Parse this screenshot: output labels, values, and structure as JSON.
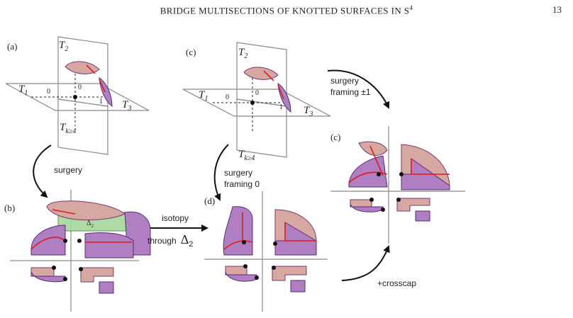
{
  "header": {
    "title": "BRIDGE MULTISECTIONS OF KNOTTED SURFACES IN S",
    "title_sup": "4",
    "page_number": "13"
  },
  "panels": {
    "a": "(a)",
    "b": "(b)",
    "c_top": "(c)",
    "d": "(d)",
    "c_right": "(c)"
  },
  "planes": {
    "t1": "T",
    "t1_sub": "1",
    "t2": "T",
    "t2_sub": "2",
    "t3": "T",
    "t3_sub": "3",
    "tk": "T",
    "tk_sub": "k≥4"
  },
  "framings": {
    "zero": "0",
    "one": "1"
  },
  "arrows": {
    "surgery": "surgery",
    "surgery_framing_0_line1": "surgery",
    "surgery_framing_0_line2": "framing 0",
    "surgery_framing_pm1_line1": "surgery",
    "surgery_framing_pm1_line2": "framing ±1",
    "isotopy": "isotopy",
    "through": "through",
    "delta": "Δ",
    "delta_sub": "2",
    "crosscap": "+crosscap"
  },
  "delta_label": {
    "text": "Δ",
    "sub": "2"
  }
}
